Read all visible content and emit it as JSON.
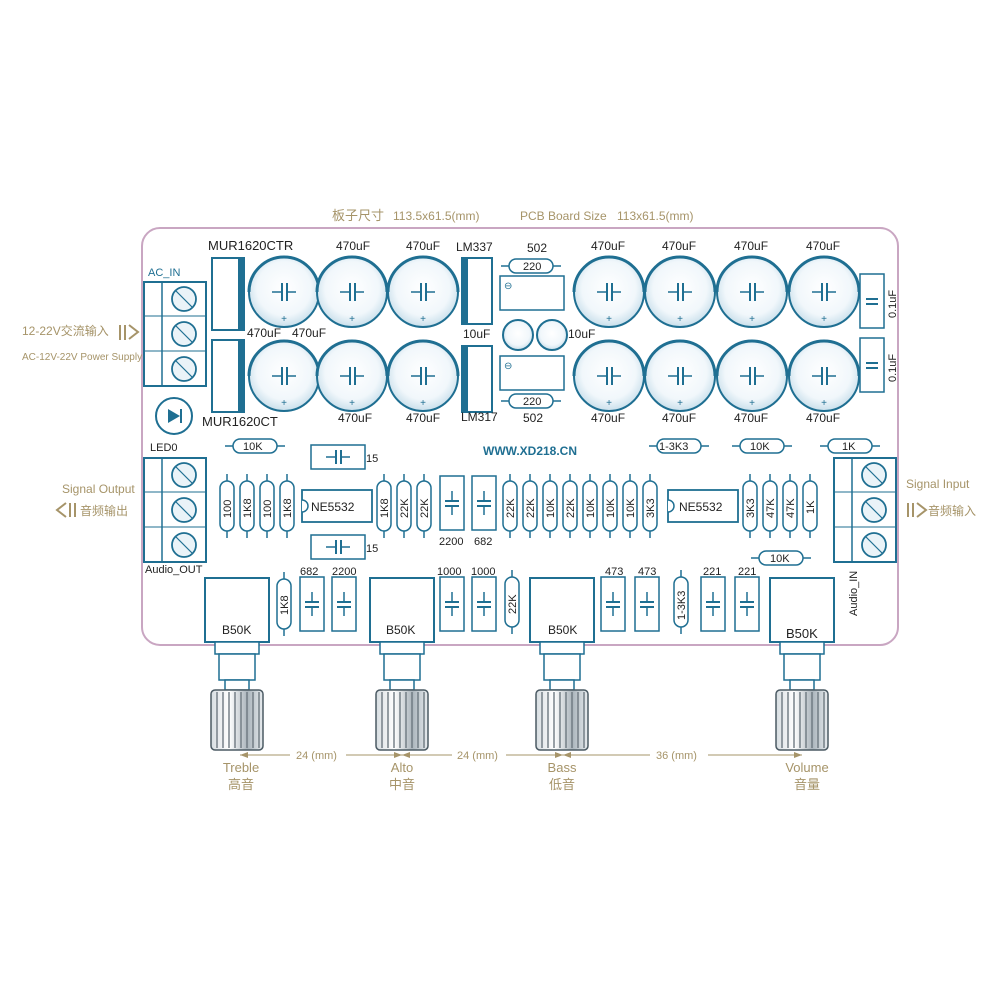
{
  "dimensions": {
    "board_size_cn_label": "板子尺寸",
    "board_size_cn_value": "113.5x61.5(mm)",
    "pcb_size_label": "PCB Board Size",
    "pcb_size_value": "113x61.5(mm)"
  },
  "power": {
    "ac_in": "AC_IN",
    "input_cn": "12-22V交流输入",
    "input_en": "AC-12V-22V Power Supply",
    "diode_top": "MUR1620CTR",
    "diode_bottom": "MUR1620CT",
    "reg_top": "LM337",
    "reg_bottom": "LM317",
    "cap_10uf_left": "10uF",
    "cap_10uf_right": "10uF",
    "res_502_top": "502",
    "res_502_bottom": "502",
    "res_220_top": "220",
    "res_220_bottom": "220",
    "led": "LED0"
  },
  "caps_470": {
    "top_row_labels": [
      "470uF",
      "470uF",
      "470uF",
      "470uF",
      "470uF",
      "470uF"
    ],
    "left_mid_labels": [
      "470uF",
      "470uF"
    ],
    "bottom_row_labels": [
      "470uF",
      "470uF",
      "470uF",
      "470uF",
      "470uF",
      "470uF"
    ],
    "small_caps": [
      "0.1uF",
      "0.1uF"
    ]
  },
  "website": "WWW.XD218.CN",
  "signal": {
    "output_en": "Signal Output",
    "output_cn": "音频输出",
    "output_label": "Audio_OUT",
    "input_en": "Signal Input",
    "input_cn": "音频输入",
    "input_label": "Audio_IN",
    "opamp_left": "NE5532",
    "opamp_right": "NE5532"
  },
  "upper_resistors": [
    {
      "label": "10K"
    },
    {
      "label": "1-3K3"
    },
    {
      "label": "10K"
    },
    {
      "label": "1K"
    }
  ],
  "film_caps": [
    {
      "label": "15"
    },
    {
      "label": "15"
    }
  ],
  "left_row_resistors": [
    "100",
    "1K8",
    "100",
    "1K8"
  ],
  "mid_row_resistors": [
    "1K8",
    "22K",
    "22K"
  ],
  "mid_caps": [
    "2200",
    "682"
  ],
  "right_row_resistors": [
    "22K",
    "22K",
    "10K",
    "22K",
    "10K",
    "10K",
    "10K",
    "3K3"
  ],
  "far_right_resistors": [
    "3K3",
    "47K",
    "47K",
    "1K"
  ],
  "lower_components": {
    "r_1k8": "1K8",
    "c_682": "682",
    "c_2200": "2200",
    "c_1000a": "1000",
    "c_1000b": "1000",
    "r_22k": "22K",
    "c_473a": "473",
    "c_473b": "473",
    "r_1_3k3": "1-3K3",
    "c_221a": "221",
    "c_221b": "221",
    "r_10k": "10K"
  },
  "pots": [
    {
      "model": "B50K",
      "name_en": "Treble",
      "name_cn": "高音"
    },
    {
      "model": "B50K",
      "name_en": "Alto",
      "name_cn": "中音"
    },
    {
      "model": "B50K",
      "name_en": "Bass",
      "name_cn": "低音"
    },
    {
      "model": "B50K",
      "name_en": "Volume",
      "name_cn": "音量"
    }
  ],
  "spacings": [
    "24 (mm)",
    "24 (mm)",
    "36 (mm)"
  ],
  "colors": {
    "board_outline": "#c9a6c2",
    "component": "#1f6f92",
    "label_gold": "#a69469",
    "text_dark": "#222222",
    "fill_light": "#e6f1f7"
  }
}
